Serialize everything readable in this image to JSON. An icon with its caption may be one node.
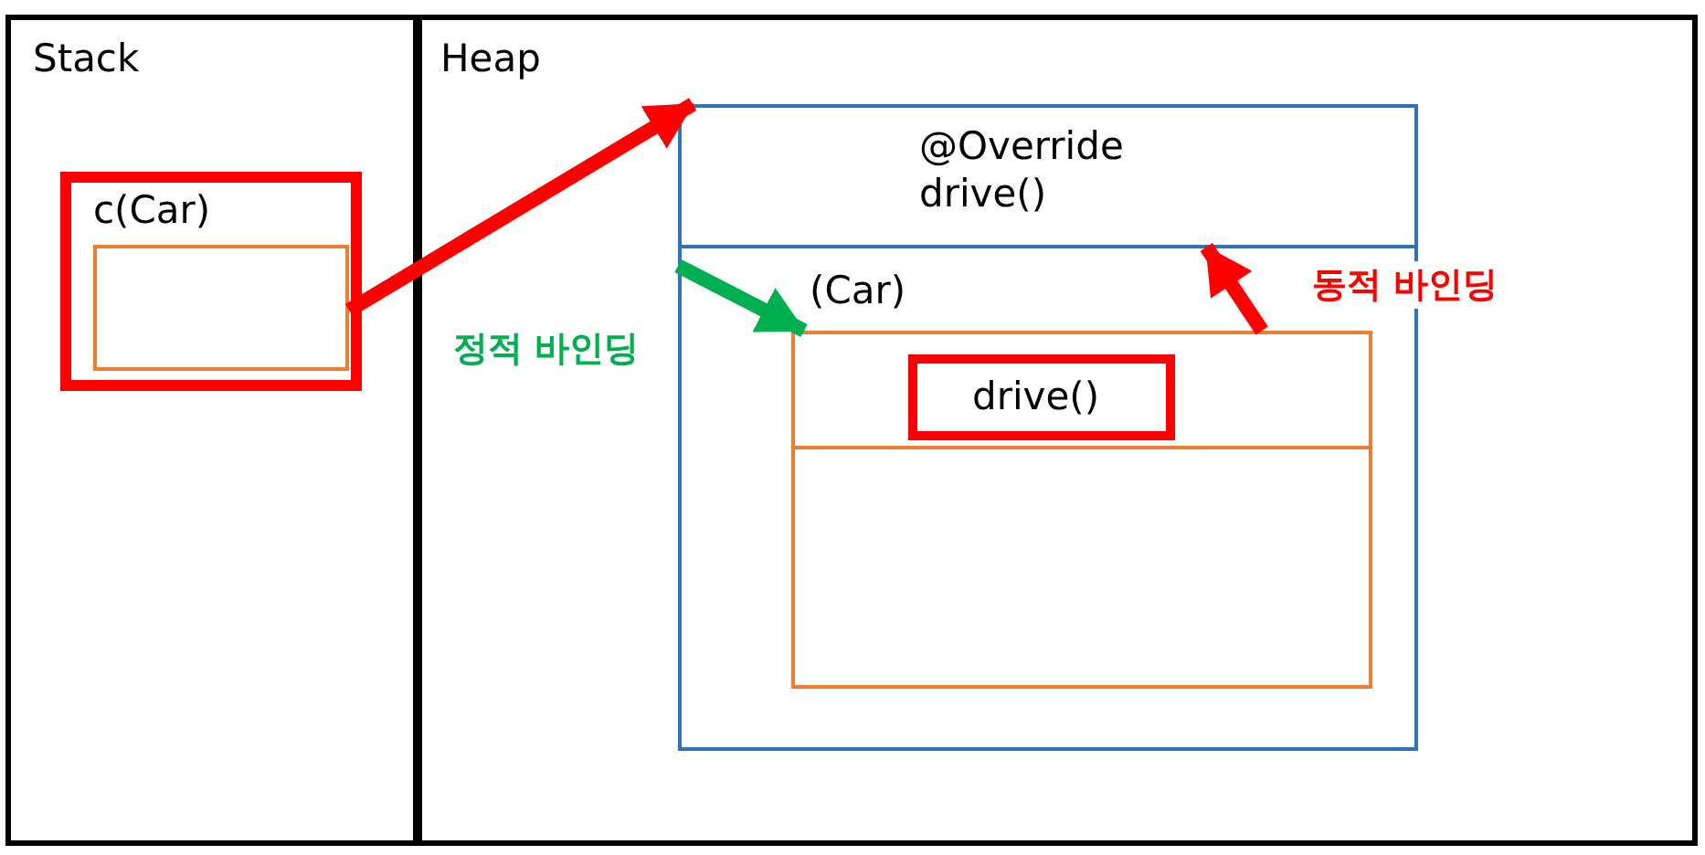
{
  "diagram": {
    "nodes": [
      {
        "text": [
          "Stack"
        ]
      },
      {
        "text": [
          "c(Car)"
        ],
        "in": 0
      },
      {
        "text": [],
        "shape": "box",
        "in": 1
      },
      {
        "text": [
          "Heap"
        ]
      },
      {
        "text": [],
        "shape": "box",
        "in": 3
      },
      {
        "text": [
          "@Override drive()"
        ],
        "in": 4
      },
      {
        "text": [
          "(Car)"
        ],
        "in": 4
      },
      {
        "text": [],
        "shape": "box",
        "in": 6
      },
      {
        "text": [
          "drive()"
        ],
        "in": 7
      }
    ],
    "edges": [
      {
        "from": 2,
        "to": 4,
        "arrow": "to"
      },
      {
        "from": 4,
        "to": 7,
        "arrow": "to",
        "label": "정적 바인딩",
        "color": "#00b050"
      },
      {
        "from": 7,
        "to": 5,
        "arrow": "to",
        "label": "동적 바인딩"
      }
    ]
  }
}
